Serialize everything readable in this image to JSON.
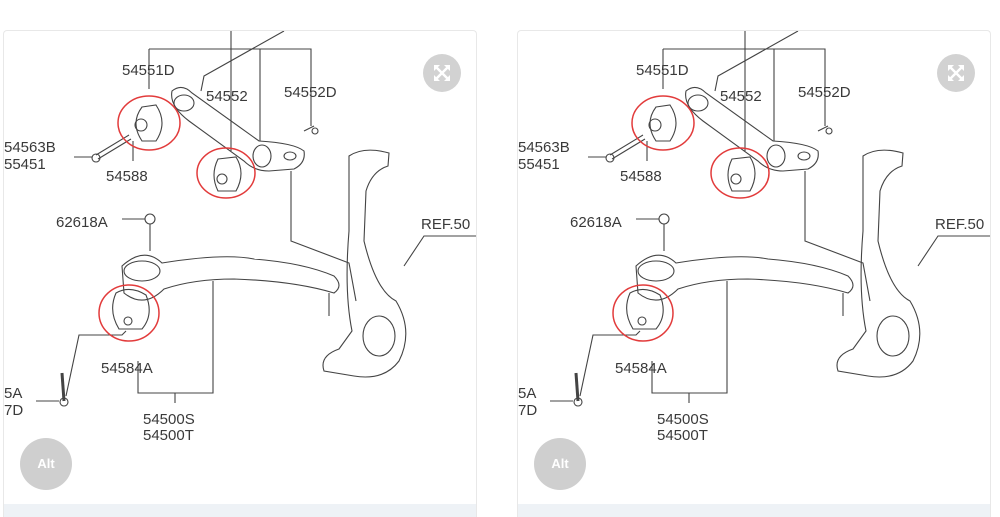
{
  "diagram": {
    "labels": {
      "l54551d": "54551D",
      "l54552": "54552",
      "l54552d": "54552D",
      "l54563b": "54563B",
      "l55451": "55451",
      "l54588": "54588",
      "l62618a": "62618A",
      "ref": "REF.50",
      "l54584a": "54584A",
      "l5a": "5A",
      "l7d": "7D",
      "l54500s": "54500S",
      "l54500t": "54500T"
    },
    "highlight_color": "#e23b3b"
  },
  "buttons": {
    "alt_label": "Alt"
  },
  "icons": {
    "expand": "expand-arrows-icon"
  }
}
